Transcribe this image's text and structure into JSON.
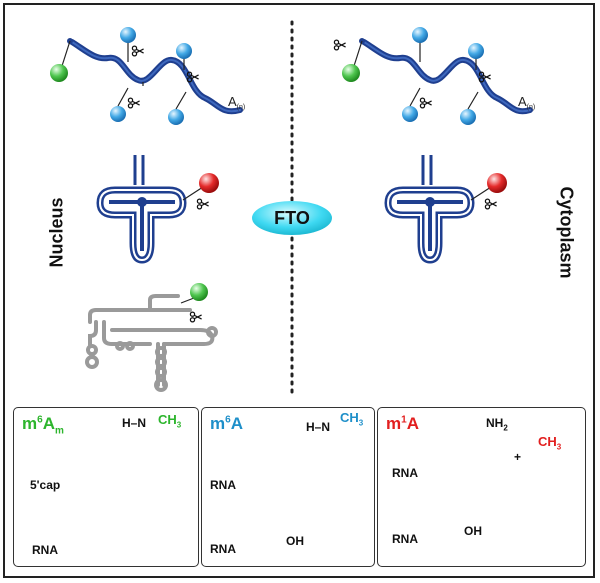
{
  "side_labels": {
    "left": "Nucleus",
    "right": "Cytoplasm"
  },
  "enzyme": {
    "label": "FTO"
  },
  "mrna_tail": {
    "label_main": "A",
    "label_sub": "(n)"
  },
  "panels": [
    {
      "id": "m6am",
      "title_main": "m",
      "title_sup": "6",
      "title_base": "A",
      "title_sub": "m",
      "color": "#2db52d",
      "methyl": "CH",
      "methyl_sub": "3",
      "cap": "5'cap",
      "rna": "RNA",
      "oh": "",
      "nh": "H"
    },
    {
      "id": "m6a",
      "title_main": "m",
      "title_sup": "6",
      "title_base": "A",
      "title_sub": "",
      "color": "#1e8fc9",
      "methyl": "CH",
      "methyl_sub": "3",
      "rna_top": "RNA",
      "rna": "RNA",
      "oh": "OH",
      "nh": "H"
    },
    {
      "id": "m1a",
      "title_main": "m",
      "title_sup": "1",
      "title_base": "A",
      "title_sub": "",
      "color": "#e21f1f",
      "methyl": "CH",
      "methyl_sub": "3",
      "rna_top": "RNA",
      "rna": "RNA",
      "oh": "OH",
      "nh2": "NH",
      "nh2_sub": "2",
      "plus": "+"
    }
  ],
  "colors": {
    "dark_blue": "#1f3f8f",
    "ball_blue": "#3aa3e0",
    "ball_green": "#4cc24c",
    "ball_red": "#e02020",
    "fto": "#36d6f0",
    "gray_rna": "#9a9a9a"
  }
}
